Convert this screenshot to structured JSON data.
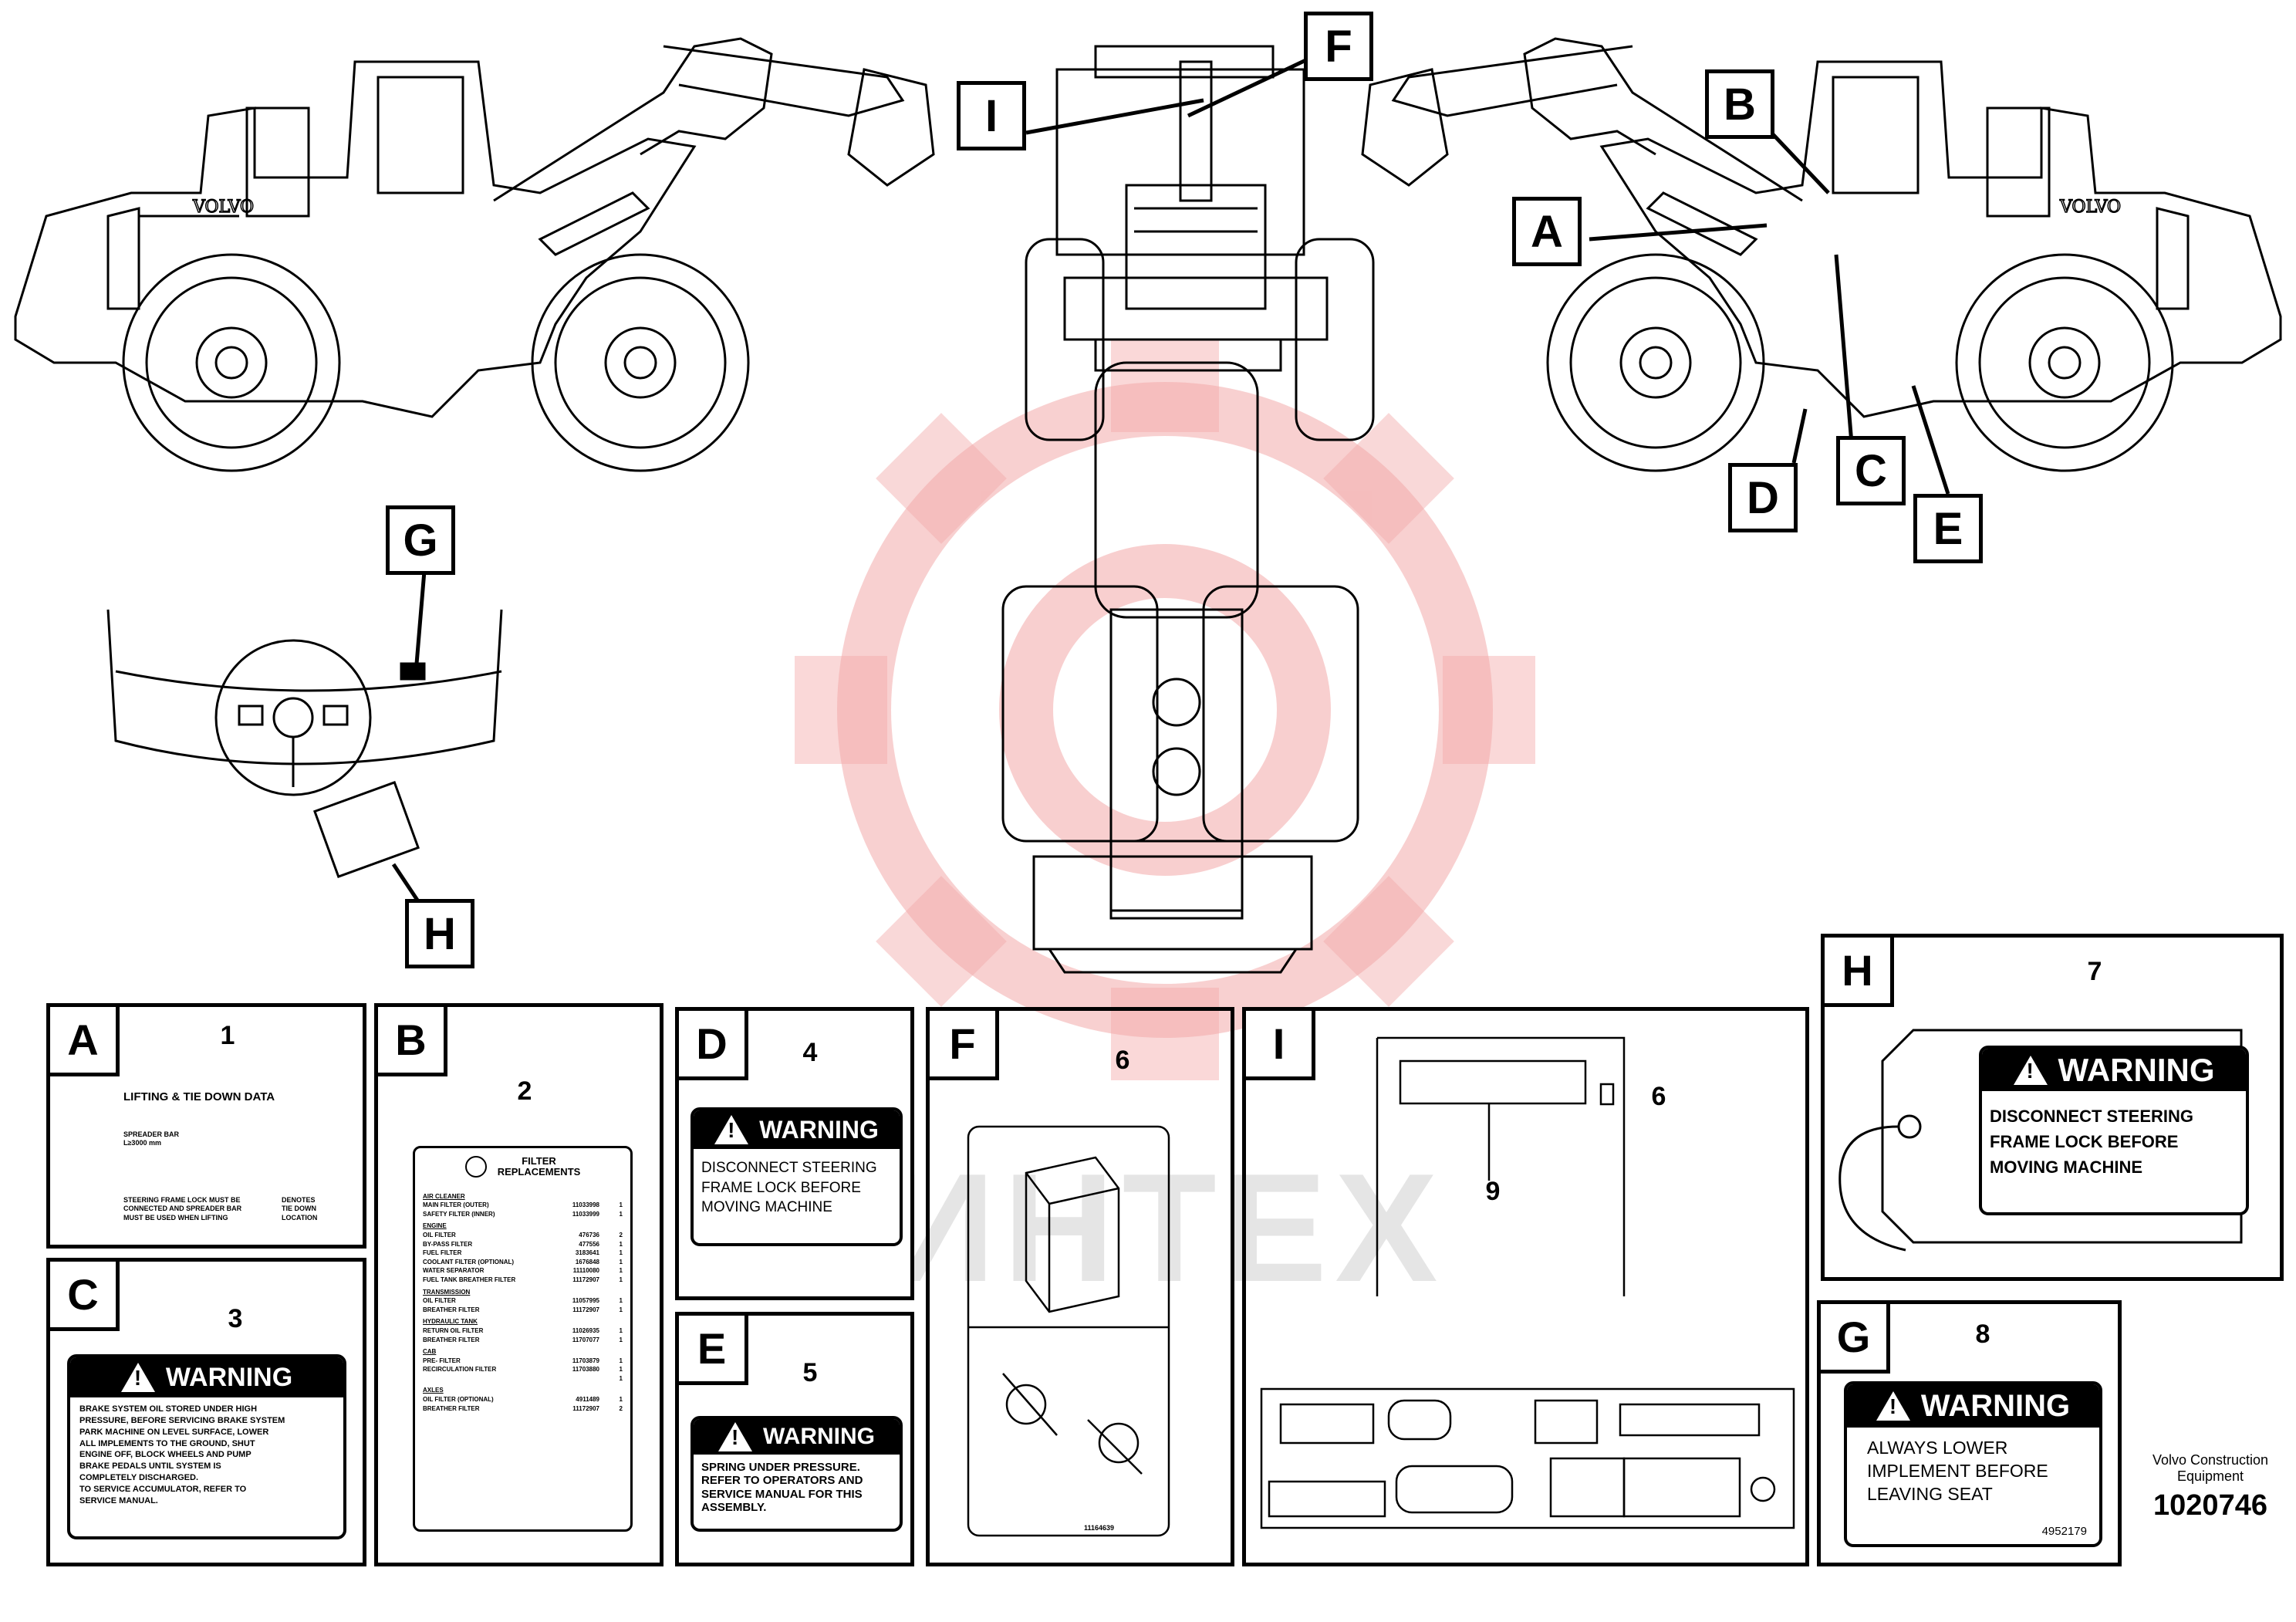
{
  "callouts": {
    "A": "A",
    "B": "B",
    "C": "C",
    "D": "D",
    "E": "E",
    "F": "F",
    "G": "G",
    "H": "H",
    "I": "I"
  },
  "panels": {
    "A": {
      "letter": "A",
      "item": "1",
      "title": "LIFTING & TIE DOWN DATA",
      "text_left": "SPREADER BAR\nL≥3000 mm",
      "text_bottom": "STEERING FRAME LOCK MUST BE\nCONNECTED AND SPREADER BAR\nMUST BE USED WHEN LIFTING",
      "text_right": "DENOTES\nTIE DOWN\nLOCATION"
    },
    "B": {
      "letter": "B",
      "item": "2",
      "title": "FILTER\nREPLACEMENTS",
      "rows": [
        [
          "AIR CLEANER",
          "",
          ""
        ],
        [
          "MAIN FILTER (OUTER)",
          "11033998",
          "1"
        ],
        [
          "SAFETY FILTER (INNER)",
          "11033999",
          "1"
        ],
        [
          "ENGINE",
          "",
          ""
        ],
        [
          "OIL FILTER",
          "476736",
          "2"
        ],
        [
          "BY-PASS FILTER",
          "477556",
          "1"
        ],
        [
          "FUEL FILTER",
          "3183641",
          "1"
        ],
        [
          "COOLANT FILTER (OPTIONAL)",
          "1676848",
          "1"
        ],
        [
          "WATER SEPARATOR",
          "11110080",
          "1"
        ],
        [
          "FUEL TANK BREATHER FILTER",
          "11172907",
          "1"
        ],
        [
          "TRANSMISSION",
          "",
          ""
        ],
        [
          "OIL FILTER",
          "11057995",
          "1"
        ],
        [
          "BREATHER FILTER",
          "11172907",
          "1"
        ],
        [
          "HYDRAULIC TANK",
          "",
          ""
        ],
        [
          "RETURN OIL FILTER",
          "11026935",
          "1"
        ],
        [
          "BREATHER FILTER",
          "11707077",
          "1"
        ],
        [
          "CAB",
          "",
          ""
        ],
        [
          "PRE- FILTER",
          "11703879",
          "1"
        ],
        [
          "RECIRCULATION FILTER",
          "11703880",
          "1"
        ],
        [
          "",
          "",
          "1"
        ],
        [
          "AXLES",
          "",
          ""
        ],
        [
          "OIL FILTER (OPTIONAL)",
          "4911489",
          "1"
        ],
        [
          "BREATHER FILTER",
          "11172907",
          "2"
        ]
      ]
    },
    "C": {
      "letter": "C",
      "item": "3",
      "head": "WARNING",
      "body": "BRAKE SYSTEM OIL STORED UNDER HIGH\nPRESSURE, BEFORE SERVICING BRAKE SYSTEM\nPARK MACHINE ON LEVEL SURFACE, LOWER\nALL IMPLEMENTS TO THE GROUND, SHUT\nENGINE OFF, BLOCK WHEELS AND PUMP\nBRAKE PEDALS UNTIL SYSTEM IS\nCOMPLETELY DISCHARGED.\nTO SERVICE ACCUMULATOR, REFER TO\nSERVICE MANUAL."
    },
    "D": {
      "letter": "D",
      "item": "4",
      "head": "WARNING",
      "body": "DISCONNECT STEERING\nFRAME LOCK BEFORE\nMOVING MACHINE"
    },
    "E": {
      "letter": "E",
      "item": "5",
      "head": "WARNING",
      "body": "SPRING UNDER PRESSURE.\nREFER TO OPERATORS AND\nSERVICE MANUAL FOR THIS\nASSEMBLY."
    },
    "F": {
      "letter": "F",
      "item": "6",
      "code": "11164639"
    },
    "I": {
      "letter": "I",
      "item_6": "6",
      "item_9": "9"
    },
    "H": {
      "letter": "H",
      "item": "7",
      "head": "WARNING",
      "body": "DISCONNECT STEERING\nFRAME LOCK BEFORE\nMOVING MACHINE"
    },
    "G": {
      "letter": "G",
      "item": "8",
      "head": "WARNING",
      "body": "ALWAYS LOWER\nIMPLEMENT BEFORE\nLEAVING SEAT",
      "code": "4952179"
    }
  },
  "brand": "VOLVO",
  "watermark": "ИНТЕХ",
  "credit": {
    "line1": "Volvo Construction",
    "line2": "Equipment",
    "number": "1020746"
  },
  "colors": {
    "watermark": "#f7c9c9",
    "ink": "#000000"
  }
}
